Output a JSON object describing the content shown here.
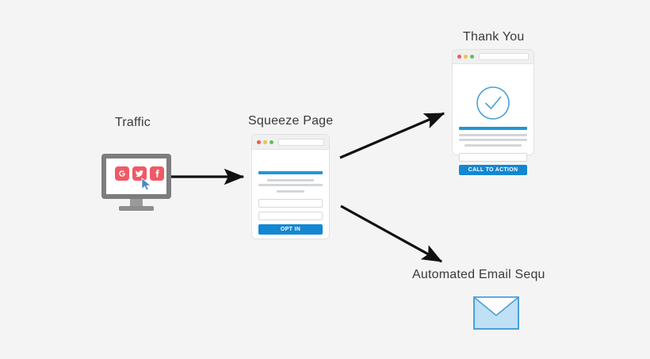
{
  "background_color": "#f4f4f4",
  "diagram": {
    "title_color": "#3a3a3a",
    "nodes": {
      "traffic": {
        "label": "Traffic",
        "device": "desktop-monitor",
        "monitor_color": "#7d7d7d",
        "social_icons": [
          {
            "name": "google-icon",
            "glyph": "G",
            "tile_color": "#ef5a67"
          },
          {
            "name": "twitter-icon",
            "glyph": "bird",
            "tile_color": "#ef5a67"
          },
          {
            "name": "facebook-icon",
            "glyph": "f",
            "tile_color": "#ef5a67"
          }
        ],
        "cursor_color": "#4a86c8"
      },
      "squeeze_page": {
        "label": "Squeeze Page",
        "browser_dots": [
          "#ef5a56",
          "#f2c14b",
          "#5ec15e"
        ],
        "heading_bar_color": "#2196d6",
        "text_line_color": "#d3d5d8",
        "input_fields": 2,
        "button_label": "OPT IN",
        "button_color": "#1387d1"
      },
      "thank_you": {
        "label": "Thank You",
        "browser_dots": [
          "#ef5a56",
          "#f2c14b",
          "#5ec15e"
        ],
        "icon": "check-circle-icon",
        "icon_color": "#4a9fd8",
        "heading_bar_color": "#2196d6",
        "text_line_color": "#d3d5d8",
        "input_fields": 1,
        "button_label": "CALL TO ACTION",
        "button_color": "#1387d1"
      },
      "automated_email": {
        "label": "Automated Email Sequ",
        "icon": "envelope-icon",
        "envelope_fill": "#bfe0f5",
        "envelope_stroke": "#4a9fd8"
      }
    },
    "connections": [
      {
        "name": "traffic-to-squeeze",
        "from": "traffic",
        "to": "squeeze_page",
        "direction": "right",
        "color": "#111111"
      },
      {
        "name": "squeeze-to-thankyou",
        "from": "squeeze_page",
        "to": "thank_you",
        "direction": "up-right",
        "color": "#111111"
      },
      {
        "name": "squeeze-to-email",
        "from": "squeeze_page",
        "to": "automated_email",
        "direction": "down-right",
        "color": "#111111"
      }
    ]
  }
}
